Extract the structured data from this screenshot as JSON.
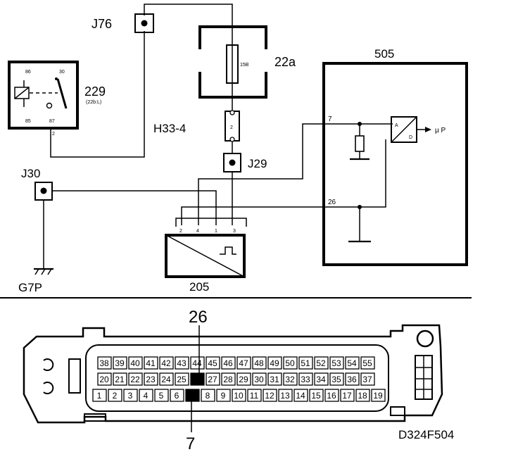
{
  "labels": {
    "j76": "J76",
    "fuse_box": "22a",
    "fuse_value": "15B",
    "relay": "229",
    "relay_sub": "(22b:L)",
    "relay_pin_86": "86",
    "relay_pin_30": "30",
    "relay_pin_85": "85",
    "relay_pin_87": "87",
    "relay_pin_2": "2",
    "connector_h33": "H33-4",
    "h33_pin": "2",
    "j29": "J29",
    "j30": "J30",
    "ground": "G7P",
    "ecu": "505",
    "ecu_pin_7": "7",
    "ecu_pin_26": "26",
    "ad_a": "A",
    "ad_d": "D",
    "mu_p": "µ P",
    "sensor": "205",
    "sensor_pins": [
      "2",
      "4",
      "1",
      "3"
    ],
    "callout_top": "26",
    "callout_bottom": "7",
    "figure_id": "D324F504"
  },
  "connector": {
    "rows": [
      [
        "38",
        "39",
        "40",
        "41",
        "42",
        "43",
        "44",
        "45",
        "46",
        "47",
        "48",
        "49",
        "50",
        "51",
        "52",
        "53",
        "54",
        "55"
      ],
      [
        "20",
        "21",
        "22",
        "23",
        "24",
        "25",
        "26",
        "27",
        "28",
        "29",
        "30",
        "31",
        "32",
        "33",
        "34",
        "35",
        "36",
        "37"
      ],
      [
        "1",
        "2",
        "3",
        "4",
        "5",
        "6",
        "7",
        "8",
        "9",
        "10",
        "11",
        "12",
        "13",
        "14",
        "15",
        "16",
        "17",
        "18",
        "19"
      ]
    ],
    "highlighted": [
      "7",
      "26"
    ]
  }
}
